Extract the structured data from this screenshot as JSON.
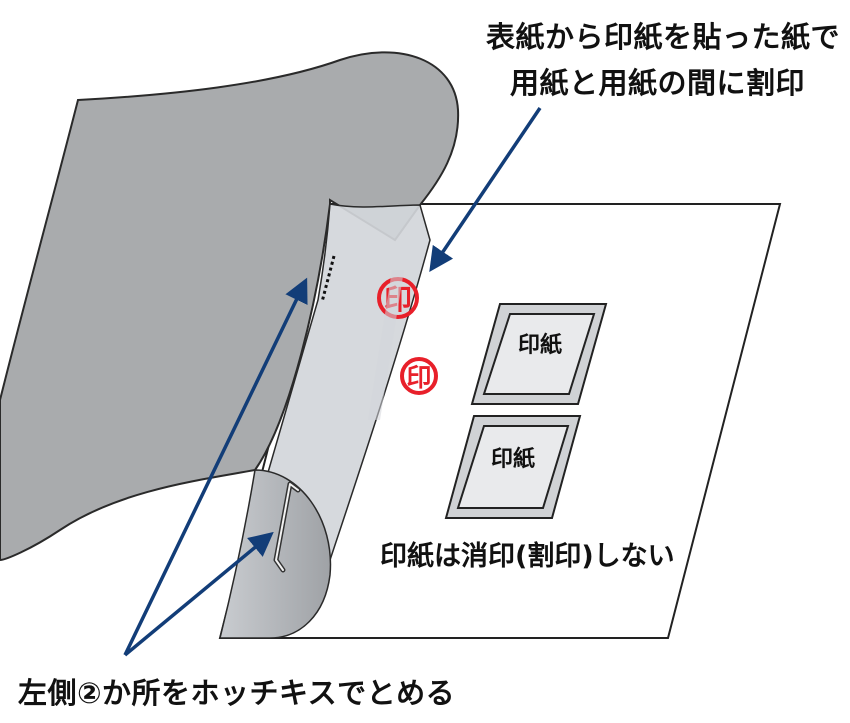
{
  "captions": {
    "top_line1": "表紙から印紙を貼った紙で",
    "top_line2": "用紙と用紙の間に割印",
    "bottom": "左側②か所をホッチキスでとめる",
    "note": "印紙は消印(割印)しない"
  },
  "stamps": {
    "label": "印紙",
    "seal_char": "印"
  },
  "colors": {
    "cover_gray": "#a9abad",
    "cover_light": "#d3d6da",
    "arrow_navy": "#123d78",
    "seal_red": "#e8202a",
    "stamp_fill": "#d0d2d5"
  }
}
